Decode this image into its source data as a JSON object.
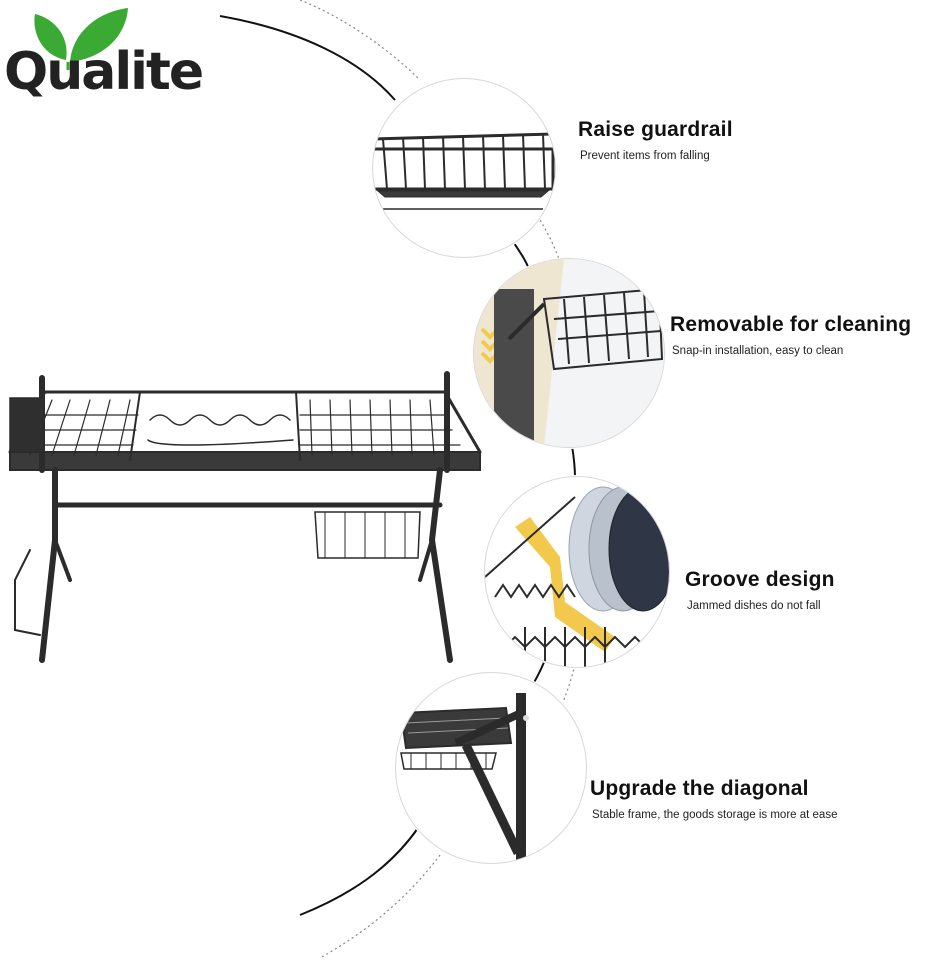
{
  "brand": {
    "name": "Qualite",
    "leaf_color": "#3aaa35",
    "text_color": "#222222"
  },
  "features": [
    {
      "title": "Raise guardrail",
      "desc": "Prevent items from falling",
      "icon": "guardrail-closeup"
    },
    {
      "title": "Removable for cleaning",
      "desc": "Snap-in installation, easy to clean",
      "icon": "removable-basket-closeup"
    },
    {
      "title": "Groove design",
      "desc": "Jammed dishes do not fall",
      "icon": "groove-plates-closeup"
    },
    {
      "title": "Upgrade the diagonal",
      "desc": "Stable frame, the goods storage is more at ease",
      "icon": "diagonal-brace-closeup"
    }
  ],
  "colors": {
    "metal": "#2b2b2b",
    "accent_yellow": "#f2c94c",
    "plate": "#cfd6df"
  }
}
